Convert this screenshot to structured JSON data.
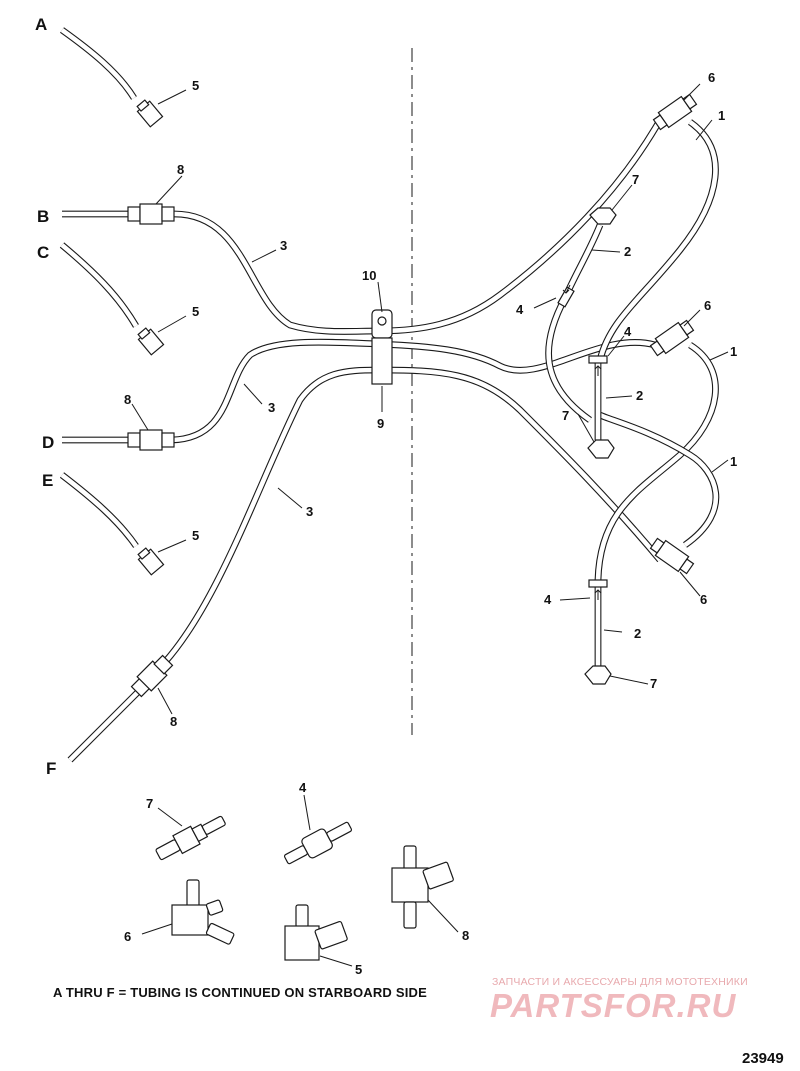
{
  "diagram": {
    "tubing_letters": [
      "A",
      "B",
      "C",
      "D",
      "E",
      "F"
    ],
    "callouts": {
      "c1a": "1",
      "c1b": "1",
      "c1c": "1",
      "c2a": "2",
      "c2b": "2",
      "c2c": "2",
      "c3a": "3",
      "c3b": "3",
      "c3c": "3",
      "c4a": "4",
      "c4b": "4",
      "c4c": "4",
      "c5a": "5",
      "c5b": "5",
      "c5c": "5",
      "c6a": "6",
      "c6b": "6",
      "c6c": "6",
      "c7a": "7",
      "c7b": "7",
      "c7c": "7",
      "c8a": "8",
      "c8b": "8",
      "c8c": "8",
      "c9": "9",
      "c10": "10"
    },
    "legend_callouts": {
      "l7": "7",
      "l4": "4",
      "l6": "6",
      "l5": "5",
      "l8": "8"
    },
    "note": "A THRU F = TUBING IS CONTINUED ON STARBOARD SIDE",
    "figure_number": "23949"
  },
  "watermark": {
    "tagline": "ЗАПЧАСТИ И АКСЕССУАРЫ ДЛЯ МОТОТЕХНИКИ",
    "brand": "PARTSFOR.RU",
    "color": "#f0b9bd"
  }
}
